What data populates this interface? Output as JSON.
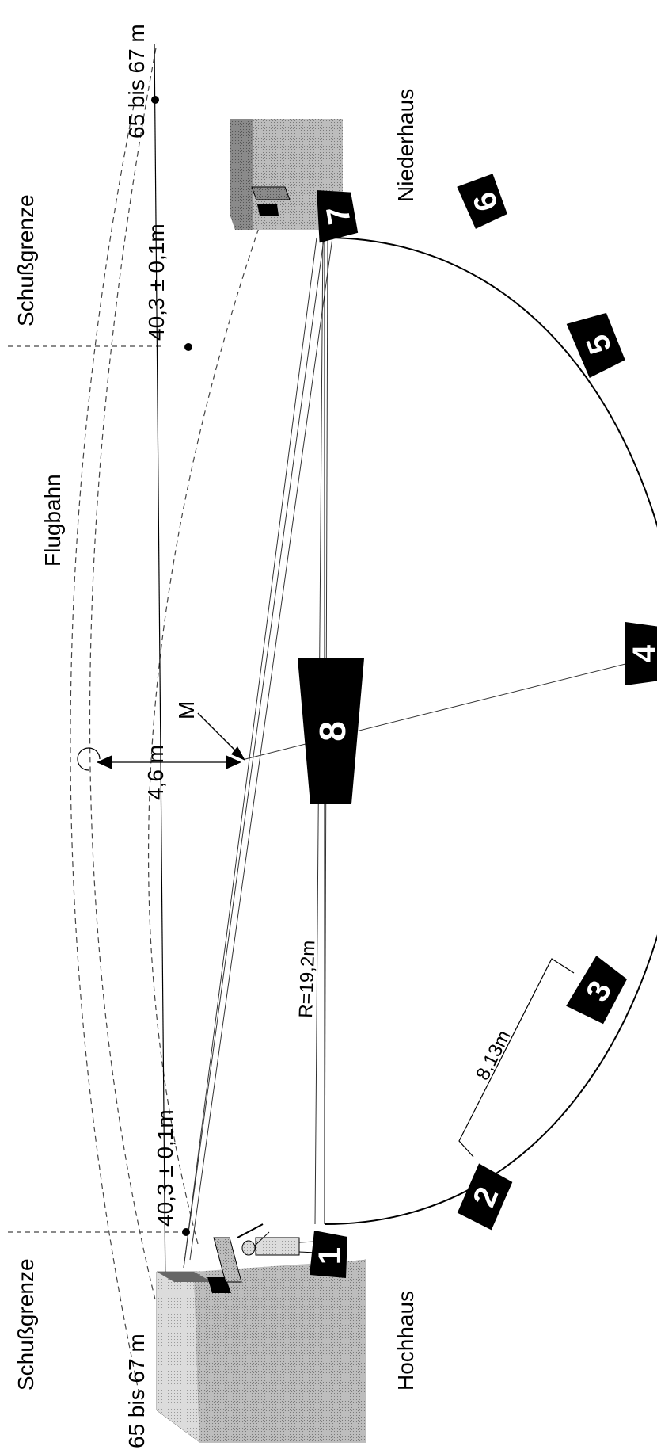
{
  "labels": {
    "hochhaus": "Hochhaus",
    "niederhaus": "Niederhaus",
    "schussgrenze_left": "Schußgrenze",
    "schussgrenze_right": "Schußgrenze",
    "flugbahn": "Flugbahn",
    "range_left": "65  bis  67  m",
    "range_right": "65  bis  67  m",
    "dist_left": "40,3  ±  0,1m",
    "dist_right": "40,3  ±  0,1m",
    "height": "4,6  m",
    "center": "M",
    "radius": "R=19,2m",
    "chord": "8,13m"
  },
  "stations": [
    "1",
    "2",
    "3",
    "4",
    "5",
    "6",
    "7",
    "8"
  ],
  "colors": {
    "ink": "#000000",
    "grid": "#555555",
    "paper": "#ffffff"
  }
}
